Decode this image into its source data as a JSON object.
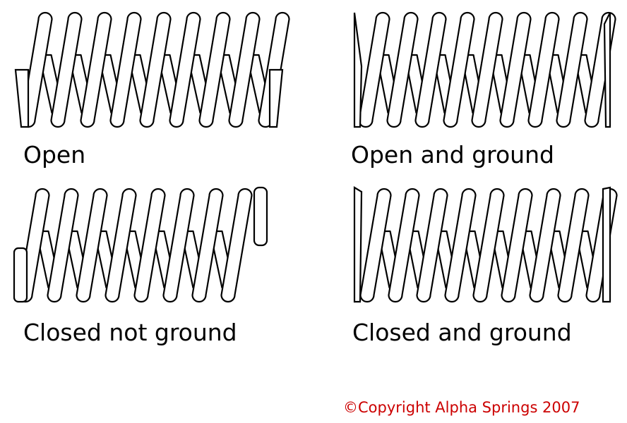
{
  "springs": [
    {
      "id": "open",
      "label": "Open",
      "end_type": "open"
    },
    {
      "id": "open-and-ground",
      "label": "Open and ground",
      "end_type": "open-ground"
    },
    {
      "id": "closed-not-ground",
      "label": "Closed not ground",
      "end_type": "closed"
    },
    {
      "id": "closed-and-ground",
      "label": "Closed and ground",
      "end_type": "closed-ground"
    }
  ],
  "copyright": "©Copyright Alpha Springs 2007",
  "colors": {
    "line": "#000000",
    "fill": "#ffffff",
    "copyright": "#cc0000"
  }
}
